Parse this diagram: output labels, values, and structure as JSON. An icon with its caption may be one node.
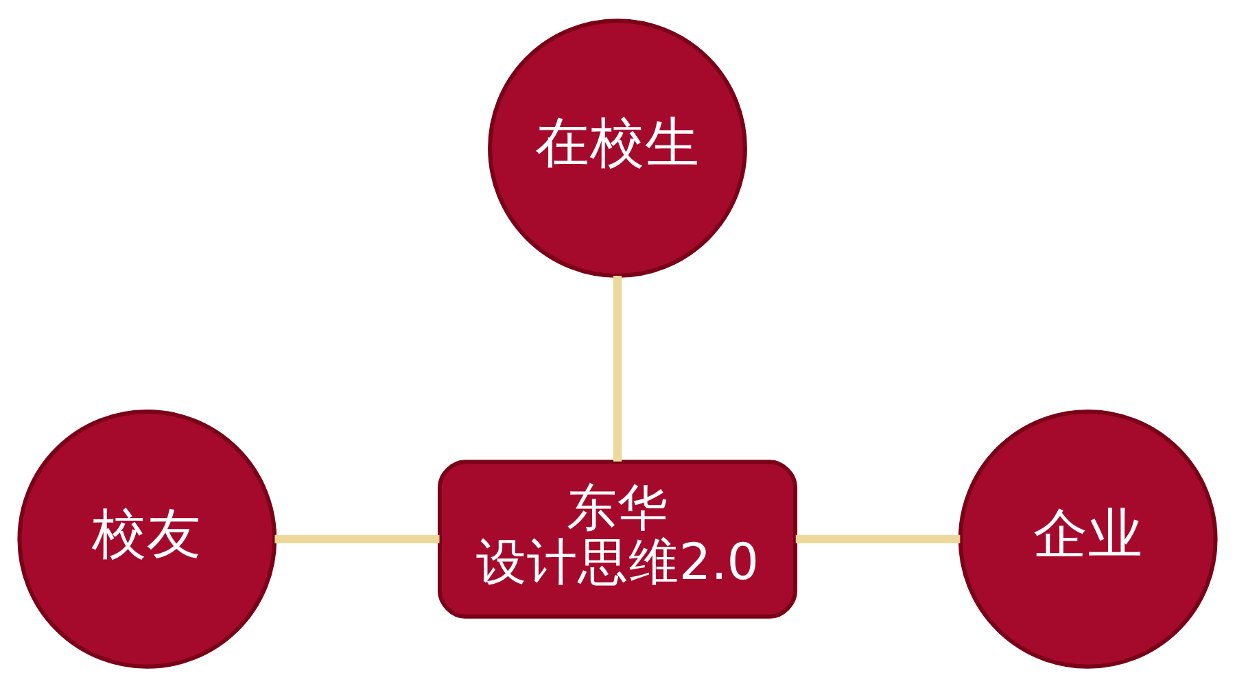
{
  "diagram": {
    "nodes": [
      {
        "text": [
          "在校生"
        ]
      },
      {
        "text": [
          "东华",
          "设计思维2.0"
        ]
      },
      {
        "text": [
          "校友"
        ]
      },
      {
        "text": [
          "企业"
        ]
      }
    ],
    "edges": [
      {
        "from": 1,
        "to": 0,
        "arrow": "none"
      },
      {
        "from": 2,
        "to": 1,
        "arrow": "none"
      },
      {
        "from": 1,
        "to": 3,
        "arrow": "none"
      }
    ]
  }
}
